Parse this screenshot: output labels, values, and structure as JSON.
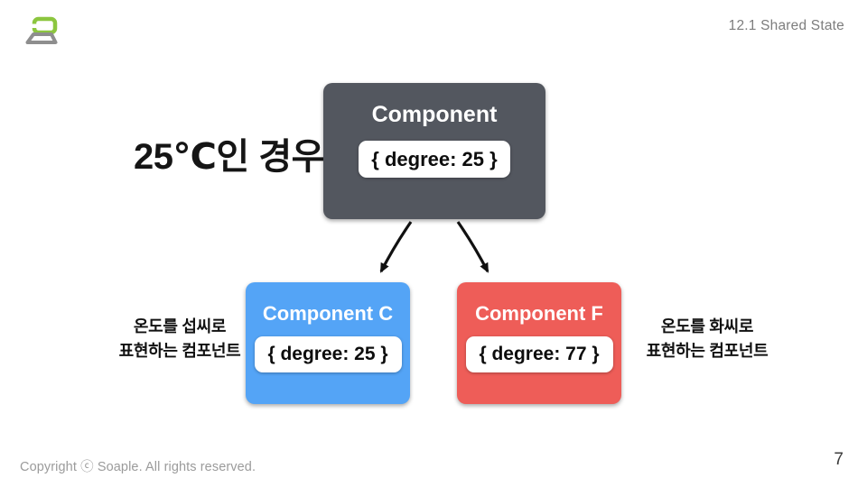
{
  "header": {
    "section_label": "12.1 Shared State",
    "logo": "soaple-logo"
  },
  "diagram": {
    "case_label": "25℃인 경우",
    "parent": {
      "title": "Component",
      "state": "{ degree: 25 }"
    },
    "children": [
      {
        "title": "Component C",
        "state": "{ degree: 25 }",
        "caption_lines": [
          "온도를 섭씨로",
          "표현하는 컴포넌트"
        ]
      },
      {
        "title": "Component F",
        "state": "{ degree: 77 }",
        "caption_lines": [
          "온도를 화씨로",
          "표현하는 컴포넌트"
        ]
      }
    ]
  },
  "colors": {
    "parent_box": "#53575F",
    "child_c_box": "#54A4F6",
    "child_f_box": "#EE5D58",
    "logo_green": "#8CC63F",
    "logo_gray": "#8E8E8E",
    "arrow": "#111111"
  },
  "footer": {
    "copyright": "Copyright ⓒ Soaple. All rights reserved.",
    "page_number": "7"
  }
}
